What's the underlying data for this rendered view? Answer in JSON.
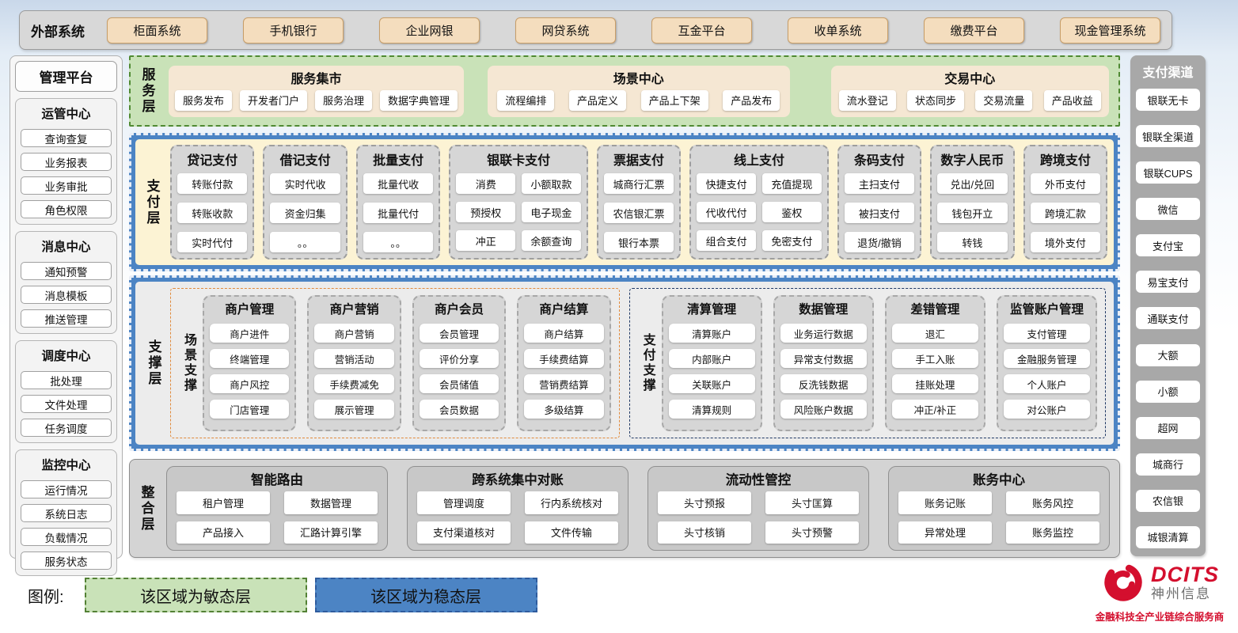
{
  "external": {
    "title": "外部系统",
    "items": [
      "柜面系统",
      "手机银行",
      "企业网银",
      "网贷系统",
      "互金平台",
      "收单系统",
      "缴费平台",
      "现金管理系统"
    ]
  },
  "left_sidebar": {
    "title": "管理平台",
    "groups": [
      {
        "title": "运管中心",
        "items": [
          "查询查复",
          "业务报表",
          "业务审批",
          "角色权限"
        ]
      },
      {
        "title": "消息中心",
        "items": [
          "通知预警",
          "消息模板",
          "推送管理"
        ]
      },
      {
        "title": "调度中心",
        "items": [
          "批处理",
          "文件处理",
          "任务调度"
        ]
      },
      {
        "title": "监控中心",
        "items": [
          "运行情况",
          "系统日志",
          "负载情况",
          "服务状态"
        ]
      }
    ]
  },
  "service_layer": {
    "label": "服务层",
    "groups": [
      {
        "title": "服务集市",
        "items": [
          "服务发布",
          "开发者门户",
          "服务治理",
          "数据字典管理"
        ]
      },
      {
        "title": "场景中心",
        "items": [
          "流程编排",
          "产品定义",
          "产品上下架",
          "产品发布"
        ]
      },
      {
        "title": "交易中心",
        "items": [
          "流水登记",
          "状态同步",
          "交易流量",
          "产品收益"
        ]
      }
    ]
  },
  "payment_layer": {
    "label": "支付层",
    "groups": [
      {
        "title": "贷记支付",
        "cols": 1,
        "items": [
          "转账付款",
          "转账收款",
          "实时代付"
        ]
      },
      {
        "title": "借记支付",
        "cols": 1,
        "items": [
          "实时代收",
          "资金归集",
          "。。"
        ]
      },
      {
        "title": "批量支付",
        "cols": 1,
        "items": [
          "批量代收",
          "批量代付",
          "。。"
        ]
      },
      {
        "title": "银联卡支付",
        "cols": 2,
        "items": [
          "消费",
          "小额取款",
          "预授权",
          "电子现金",
          "冲正",
          "余额查询"
        ]
      },
      {
        "title": "票据支付",
        "cols": 1,
        "items": [
          "城商行汇票",
          "农信银汇票",
          "银行本票"
        ]
      },
      {
        "title": "线上支付",
        "cols": 2,
        "items": [
          "快捷支付",
          "充值提现",
          "代收代付",
          "鉴权",
          "组合支付",
          "免密支付"
        ]
      },
      {
        "title": "条码支付",
        "cols": 1,
        "items": [
          "主扫支付",
          "被扫支付",
          "退货/撤销"
        ]
      },
      {
        "title": "数字人民币",
        "cols": 1,
        "items": [
          "兑出/兑回",
          "钱包开立",
          "转钱"
        ]
      },
      {
        "title": "跨境支付",
        "cols": 1,
        "items": [
          "外币支付",
          "跨境汇款",
          "境外支付"
        ]
      }
    ]
  },
  "support_layer": {
    "label": "支撑层",
    "sections": [
      {
        "label": "场景支撑",
        "accent": "orange",
        "groups": [
          {
            "title": "商户管理",
            "items": [
              "商户进件",
              "终端管理",
              "商户风控",
              "门店管理"
            ]
          },
          {
            "title": "商户营销",
            "items": [
              "商户营销",
              "营销活动",
              "手续费减免",
              "展示管理"
            ]
          },
          {
            "title": "商户会员",
            "items": [
              "会员管理",
              "评价分享",
              "会员储值",
              "会员数据"
            ]
          },
          {
            "title": "商户结算",
            "items": [
              "商户结算",
              "手续费结算",
              "营销费结算",
              "多级结算"
            ]
          }
        ]
      },
      {
        "label": "支付支撑",
        "accent": "dark",
        "groups": [
          {
            "title": "清算管理",
            "items": [
              "清算账户",
              "内部账户",
              "关联账户",
              "清算规则"
            ]
          },
          {
            "title": "数据管理",
            "items": [
              "业务运行数据",
              "异常支付数据",
              "反洗钱数据",
              "风险账户数据"
            ]
          },
          {
            "title": "差错管理",
            "items": [
              "退汇",
              "手工入账",
              "挂账处理",
              "冲正/补正"
            ]
          },
          {
            "title": "监管账户管理",
            "items": [
              "支付管理",
              "金融服务管理",
              "个人账户",
              "对公账户"
            ]
          }
        ]
      }
    ]
  },
  "integration_layer": {
    "label": "整合层",
    "groups": [
      {
        "title": "智能路由",
        "items": [
          "租户管理",
          "数据管理",
          "产品接入",
          "汇路计算引擎"
        ]
      },
      {
        "title": "跨系统集中对账",
        "items": [
          "管理调度",
          "行内系统核对",
          "支付渠道核对",
          "文件传输"
        ]
      },
      {
        "title": "流动性管控",
        "items": [
          "头寸预报",
          "头寸匡算",
          "头寸核销",
          "头寸预警"
        ]
      },
      {
        "title": "账务中心",
        "items": [
          "账务记账",
          "账务风控",
          "异常处理",
          "账务监控"
        ]
      }
    ]
  },
  "right_sidebar": {
    "title": "支付渠道",
    "items": [
      "银联无卡",
      "银联全渠道",
      "银联CUPS",
      "微信",
      "支付宝",
      "易宝支付",
      "通联支付",
      "大额",
      "小额",
      "超网",
      "城商行",
      "农信银",
      "城银清算"
    ]
  },
  "legend": {
    "label": "图例:",
    "items": [
      {
        "text": "该区域为敏态层",
        "type": "agile"
      },
      {
        "text": "该区域为稳态层",
        "type": "stable"
      }
    ]
  },
  "logo": {
    "brand": "DCITS",
    "name": "神州信息",
    "tagline": "金融科技全产业链综合服务商"
  },
  "colors": {
    "agile_green": "#c9e2b8",
    "stable_blue": "#4c84c4",
    "brand_red": "#d40f2e"
  }
}
